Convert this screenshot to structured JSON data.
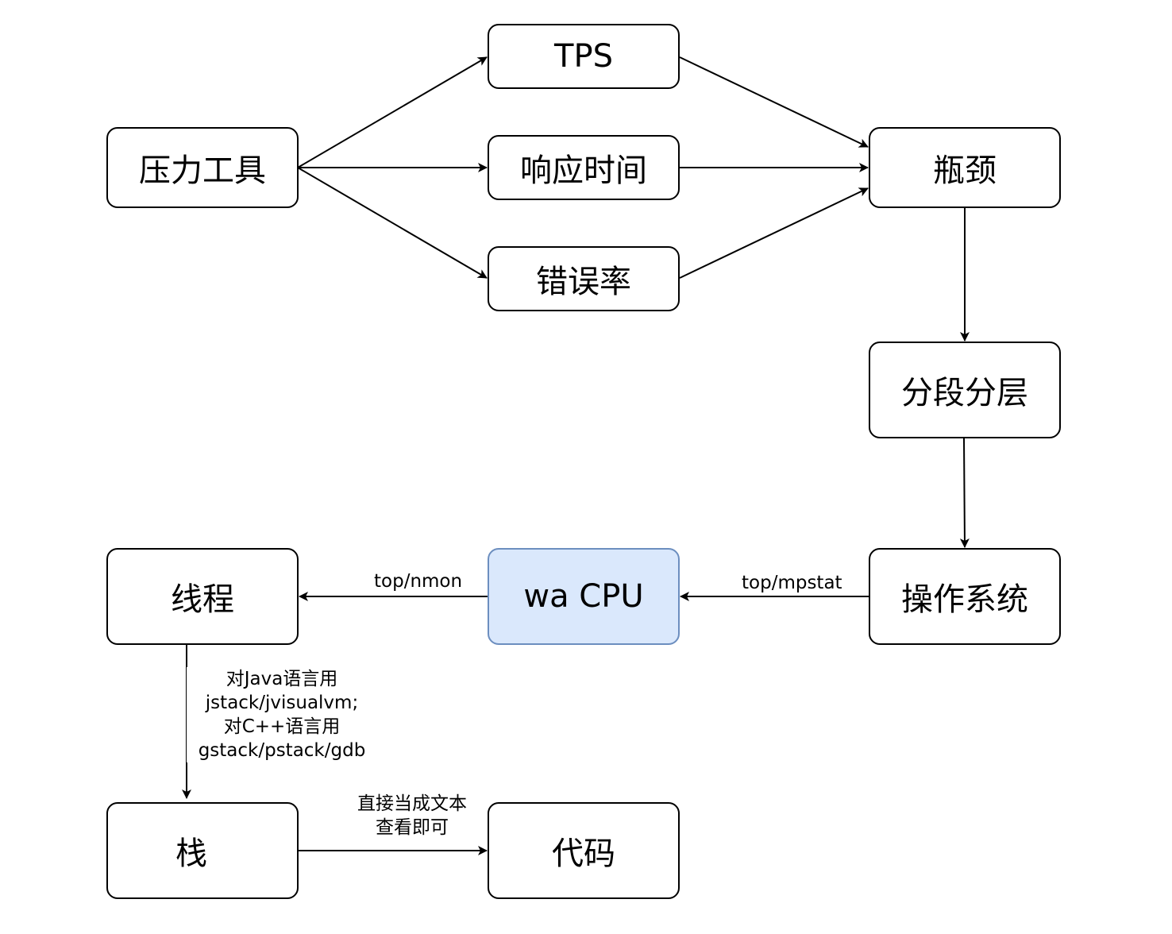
{
  "nodes": {
    "pressure_tool": "压力工具",
    "tps": "TPS",
    "response_time": "响应时间",
    "error_rate": "错误率",
    "bottleneck": "瓶颈",
    "segment_layer": "分段分层",
    "os": "操作系统",
    "wa_cpu": "wa CPU",
    "thread": "线程",
    "stack": "栈",
    "code": "代码"
  },
  "edge_labels": {
    "os_to_wacpu": "top/mpstat",
    "wacpu_to_thread": "top/nmon",
    "thread_to_stack": [
      "对Java语言用",
      "jstack/jvisualvm;",
      "对C++语言用",
      "gstack/pstack/gdb"
    ],
    "stack_to_code": [
      "直接当成文本",
      "查看即可"
    ]
  },
  "colors": {
    "highlight_fill": "#dae8fc",
    "highlight_stroke": "#6c8ebf",
    "edge": "#000000"
  }
}
